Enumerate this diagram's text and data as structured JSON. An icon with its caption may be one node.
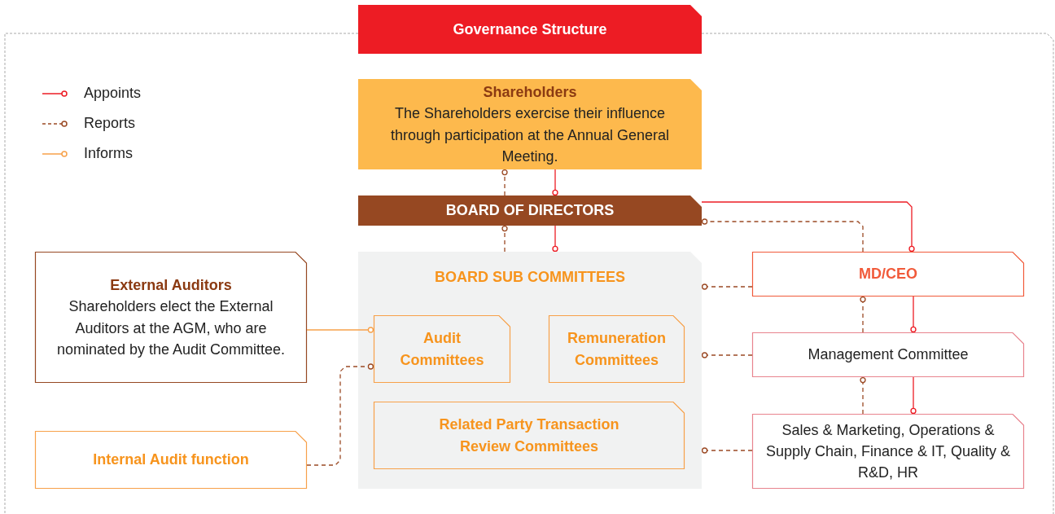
{
  "diagram": {
    "title": "Governance Structure",
    "nodes": [
      {
        "text": [
          "Shareholders",
          "The Shareholders exercise their influence through participation at the Annual General Meeting."
        ]
      },
      {
        "text": [
          "BOARD OF DIRECTORS"
        ]
      },
      {
        "text": [
          "BOARD SUB COMMITTEES"
        ]
      },
      {
        "text": [
          "Audit Committees"
        ],
        "in": 2
      },
      {
        "text": [
          "Remuneration Committees"
        ],
        "in": 2
      },
      {
        "text": [
          "Related Party Transaction Review Committees"
        ],
        "in": 2
      },
      {
        "text": [
          "External Auditors",
          "Shareholders elect the External Auditors at the AGM, who are nominated by the Audit Committee."
        ]
      },
      {
        "text": [
          "Internal Audit function"
        ]
      },
      {
        "text": [
          "MD/CEO"
        ]
      },
      {
        "text": [
          "Management Committee"
        ]
      },
      {
        "text": [
          "Sales & Marketing, Operations & Supply Chain, Finance & IT, Quality & R&D, HR"
        ]
      }
    ],
    "edges": [
      {
        "from": 0,
        "to": 1,
        "arrow": "other",
        "color": "#ed1c24"
      },
      {
        "from": 1,
        "to": 0,
        "arrow": "other",
        "style": "dashed"
      },
      {
        "from": 1,
        "to": 2,
        "arrow": "other",
        "color": "#ed1c24"
      },
      {
        "from": 2,
        "to": 1,
        "arrow": "other",
        "style": "dashed"
      },
      {
        "from": 1,
        "to": 8,
        "arrow": "other",
        "color": "#ed1c24"
      },
      {
        "from": 8,
        "to": 1,
        "arrow": "other",
        "style": "dashed"
      },
      {
        "from": 8,
        "to": 2,
        "arrow": "other",
        "style": "dashed"
      },
      {
        "from": 9,
        "to": 2,
        "arrow": "other",
        "style": "dashed"
      },
      {
        "from": 10,
        "to": 2,
        "arrow": "other",
        "style": "dashed"
      },
      {
        "from": 8,
        "to": 9,
        "arrow": "other",
        "color": "#ed1c24"
      },
      {
        "from": 9,
        "to": 8,
        "arrow": "other",
        "style": "dashed"
      },
      {
        "from": 9,
        "to": 10,
        "arrow": "other",
        "color": "#ed1c24"
      },
      {
        "from": 10,
        "to": 9,
        "arrow": "other",
        "style": "dashed"
      },
      {
        "from": 6,
        "to": 3,
        "arrow": "other",
        "color": "#f7a14a"
      },
      {
        "from": 7,
        "to": 3,
        "arrow": "other",
        "style": "dashed"
      }
    ],
    "legend": [
      {
        "text": "Appoints"
      },
      {
        "text": "Reports"
      },
      {
        "text": "Informs"
      }
    ]
  }
}
